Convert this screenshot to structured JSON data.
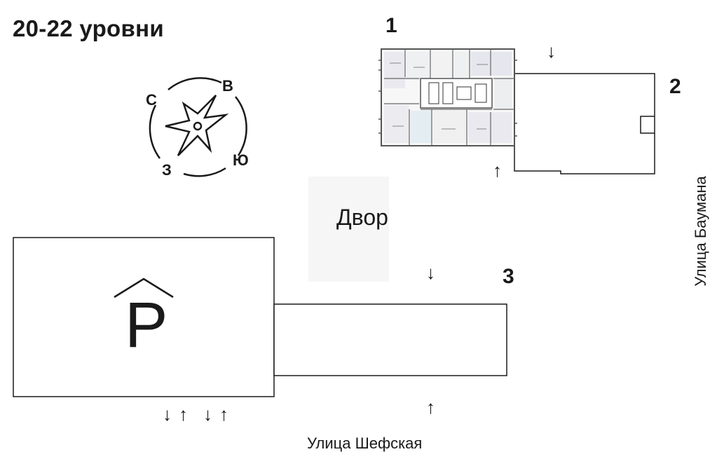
{
  "title": "20-22 уровни",
  "compass": {
    "north": "С",
    "east": "В",
    "south": "Ю",
    "west": "З"
  },
  "buildings": {
    "b1": "1",
    "b2": "2",
    "b3": "3"
  },
  "courtyard": "Двор",
  "parking_label": "P",
  "streets": {
    "bottom": "Улица Шефская",
    "right": "Улица Баумана"
  },
  "arrows": {
    "down": "↓",
    "up": "↑"
  },
  "colors": {
    "line": "#1a1a1a",
    "unit_fill": "#e9e9ef",
    "unit_fill_alt": "#e4eef2",
    "courtyard_bg": "#f6f6f6"
  }
}
